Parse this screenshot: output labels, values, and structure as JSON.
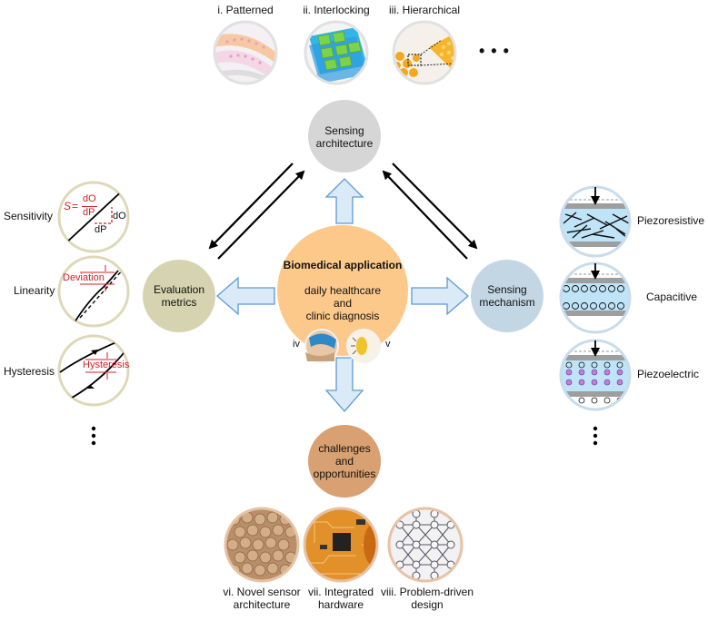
{
  "center": {
    "title": "Biomedical application",
    "line1": "daily healthcare",
    "line2": "and",
    "line3": "clinic diagnosis",
    "marker_iv": "iv",
    "marker_v": "v"
  },
  "nodes": {
    "sensing_architecture": [
      "Sensing",
      "architecture"
    ],
    "evaluation_metrics": [
      "Evaluation",
      "metrics"
    ],
    "sensing_mechanism": [
      "Sensing",
      "mechanism"
    ],
    "challenges": [
      "challenges",
      "and",
      "opportunities"
    ]
  },
  "architectures": [
    {
      "label": "i. Patterned"
    },
    {
      "label": "ii. Interlocking"
    },
    {
      "label": "iii. Hierarchical"
    }
  ],
  "metrics": [
    {
      "label": "Sensitivity"
    },
    {
      "label": "Linearity"
    },
    {
      "label": "Hysteresis"
    }
  ],
  "metric_insets": {
    "sens_S": "S",
    "sens_eq": "=",
    "sens_dO": "dO",
    "sens_dP": "dP",
    "sens_side_dO": "dO",
    "sens_bottom_dP": "dP",
    "deviation": "Deviation",
    "hysteresis": "Hysteresis"
  },
  "mechanisms": [
    {
      "label": "Piezoresistive"
    },
    {
      "label": "Capacitive"
    },
    {
      "label": "Piezoelectric"
    }
  ],
  "future": [
    {
      "line1": "vi. Novel sensor",
      "line2": "architecture"
    },
    {
      "line1": "vii. Integrated",
      "line2": "hardware"
    },
    {
      "line1": "viii. Problem-driven",
      "line2": "design"
    }
  ],
  "ellipsis": {
    "dots": "• • •"
  },
  "colors": {
    "center_fill": "#fcc98a",
    "sensing_arch_fill": "#d6d6d6",
    "eval_fill": "#d5d3b0",
    "mechanism_fill": "#c3d6e4",
    "challenges_fill": "#d9a071",
    "arrow_fill": "#dbeaf7",
    "arrow_stroke": "#5b9bd5",
    "red_text": "#d4202a",
    "mechanism_blue": "#bfe3f7"
  }
}
